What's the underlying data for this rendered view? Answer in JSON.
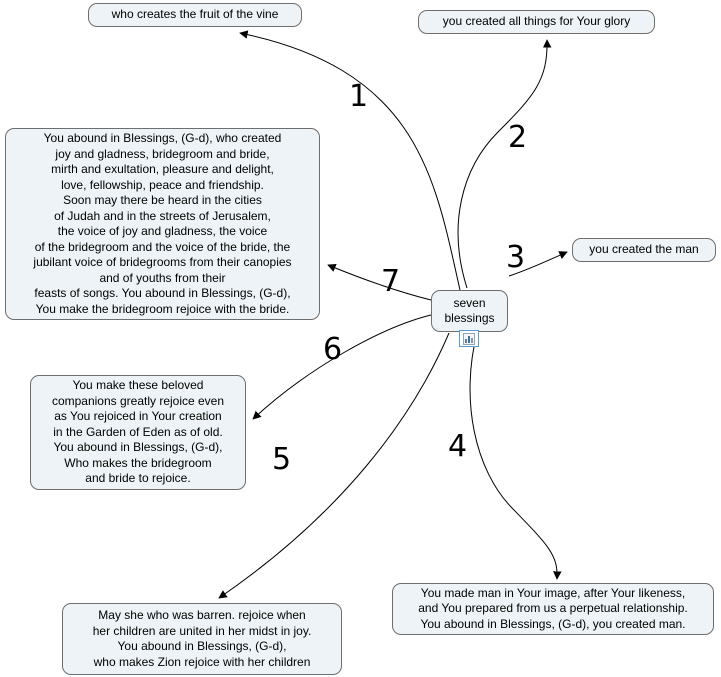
{
  "center": {
    "label": "seven\nblessings",
    "icon": "chart-icon"
  },
  "branches": [
    {
      "number": "1",
      "text": "who creates the fruit of the vine"
    },
    {
      "number": "2",
      "text": "you created all things for Your glory"
    },
    {
      "number": "3",
      "text": "you created the man"
    },
    {
      "number": "4",
      "text": "You made man in Your image, after Your likeness,\nand You prepared from us a perpetual relationship.\nYou abound in Blessings, (G-d), you created man."
    },
    {
      "number": "5",
      "text": "May she who was barren. rejoice when\nher children are united in her midst in joy.\nYou abound in Blessings, (G-d),\nwho makes Zion rejoice with her children"
    },
    {
      "number": "6",
      "text": "You make these beloved\ncompanions greatly rejoice even\nas You rejoiced in Your creation\nin the Garden of Eden as of old.\nYou abound in Blessings, (G-d),\nWho makes the bridegroom\nand bride to rejoice."
    },
    {
      "number": "7",
      "text": "You abound in Blessings, (G-d), who created\njoy and gladness, bridegroom and bride,\nmirth and exultation, pleasure and delight,\nlove, fellowship, peace and friendship.\nSoon may there be heard in the cities\nof Judah and in the streets of Jerusalem,\nthe voice of joy and gladness, the voice\nof the bridegroom and the voice of the bride, the\njubilant voice of bridegrooms from their canopies\nand of youths from their\nfeasts of songs. You abound in Blessings, (G-d),\nYou make the bridegroom rejoice with the bride."
    }
  ],
  "colors": {
    "node_bg": "#edf3f6",
    "node_border": "#6e6e6e",
    "line": "#000000",
    "icon_selection_border": "#5b9bd5"
  }
}
